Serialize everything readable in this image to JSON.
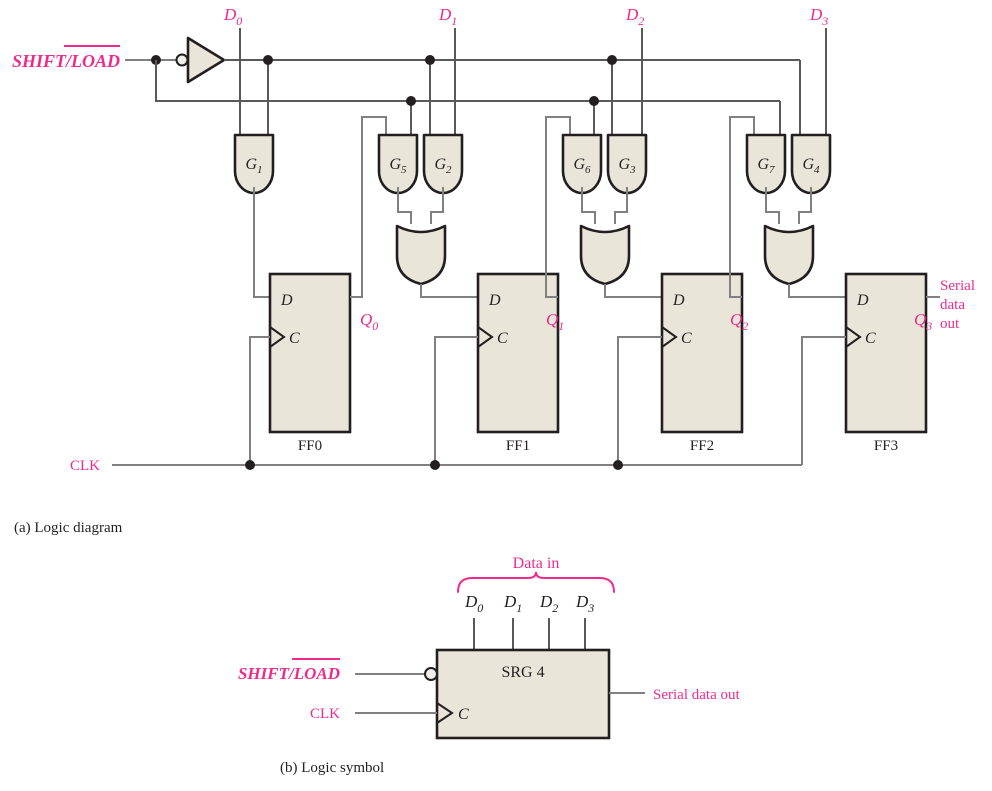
{
  "figure": {
    "title_a": "(a) Logic diagram",
    "title_b": "(b) Logic symbol",
    "colors": {
      "pink": "#ee2b8c",
      "gate_fill": "#e9e5d9",
      "gate_stroke": "#231f20",
      "wire": "#808080",
      "bus": "#595959",
      "ff_fill": "#e9e5d9",
      "text": "#231f20"
    }
  },
  "logic_diagram": {
    "control_input": {
      "label_shift": "SHIFT/",
      "label_load": "LOAD",
      "overbar": true
    },
    "clock_input": {
      "label": "CLK"
    },
    "data_inputs": [
      {
        "label_base": "D",
        "sub": "0",
        "id": "D0"
      },
      {
        "label_base": "D",
        "sub": "1",
        "id": "D1"
      },
      {
        "label_base": "D",
        "sub": "2",
        "id": "D2"
      },
      {
        "label_base": "D",
        "sub": "3",
        "id": "D3"
      }
    ],
    "and_gates": [
      {
        "id": "G1",
        "base": "G",
        "sub": "1"
      },
      {
        "id": "G2",
        "base": "G",
        "sub": "2"
      },
      {
        "id": "G3",
        "base": "G",
        "sub": "3"
      },
      {
        "id": "G4",
        "base": "G",
        "sub": "4"
      },
      {
        "id": "G5",
        "base": "G",
        "sub": "5"
      },
      {
        "id": "G6",
        "base": "G",
        "sub": "6"
      },
      {
        "id": "G7",
        "base": "G",
        "sub": "7"
      }
    ],
    "or_gate_count": 3,
    "flipflops": [
      {
        "name": "FF0",
        "d_label": "D",
        "c_label": "C",
        "q_base": "Q",
        "q_sub": "0"
      },
      {
        "name": "FF1",
        "d_label": "D",
        "c_label": "C",
        "q_base": "Q",
        "q_sub": "1"
      },
      {
        "name": "FF2",
        "d_label": "D",
        "c_label": "C",
        "q_base": "Q",
        "q_sub": "2"
      },
      {
        "name": "FF3",
        "d_label": "D",
        "c_label": "C",
        "q_base": "Q",
        "q_sub": "3"
      }
    ],
    "serial_out": {
      "line1": "Serial",
      "line2": "data",
      "line3": "out"
    }
  },
  "logic_symbol": {
    "block_label": "SRG 4",
    "data_in_brace_label": "Data in",
    "data_inputs": [
      {
        "base": "D",
        "sub": "0"
      },
      {
        "base": "D",
        "sub": "1"
      },
      {
        "base": "D",
        "sub": "2"
      },
      {
        "base": "D",
        "sub": "3"
      }
    ],
    "shift_load": {
      "label_shift": "SHIFT/",
      "label_load": "LOAD"
    },
    "clk": "CLK",
    "serial_out": "Serial data out"
  }
}
